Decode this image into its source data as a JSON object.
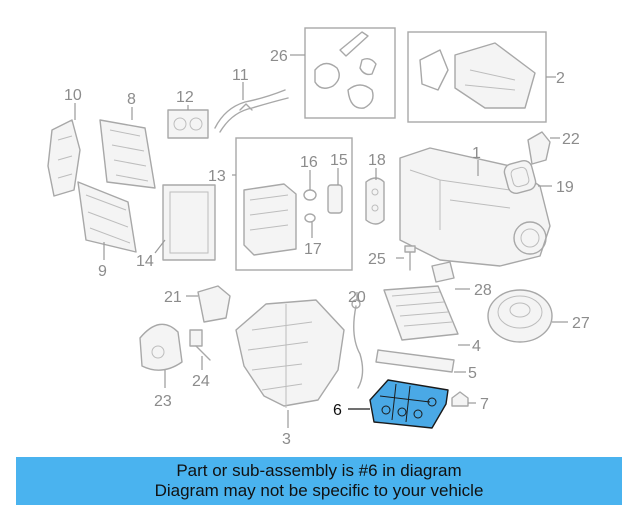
{
  "diagram": {
    "callouts": [
      "1",
      "2",
      "3",
      "4",
      "5",
      "6",
      "7",
      "8",
      "9",
      "10",
      "11",
      "12",
      "13",
      "14",
      "15",
      "16",
      "17",
      "18",
      "19",
      "20",
      "21",
      "22",
      "23",
      "24",
      "25",
      "26",
      "27",
      "28"
    ],
    "highlighted_part": "6",
    "colors": {
      "highlight": "#4aa9e6",
      "banner": "#4ab3ef",
      "line_art": "#a8a8a8"
    }
  },
  "banner": {
    "line1": "Part or sub-assembly is #6 in diagram",
    "line2": "Diagram may not be specific to your vehicle"
  }
}
